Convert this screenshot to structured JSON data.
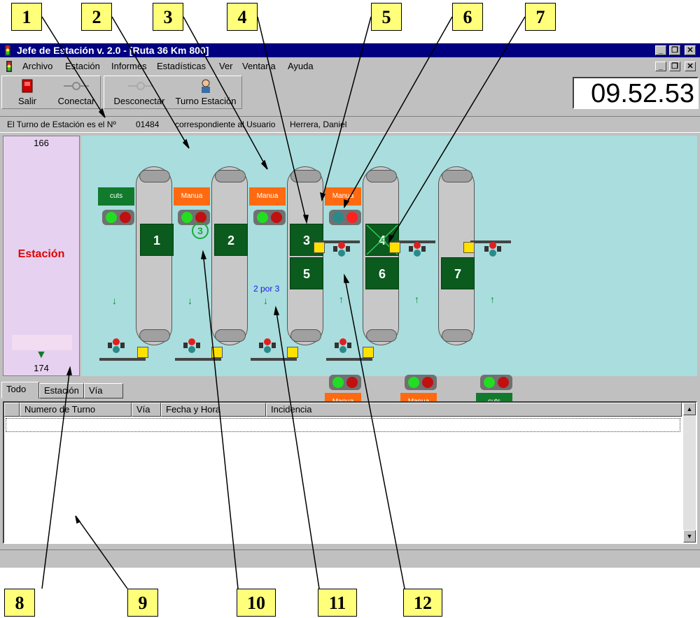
{
  "callouts": [
    "1",
    "2",
    "3",
    "4",
    "5",
    "6",
    "7",
    "8",
    "9",
    "10",
    "11",
    "12"
  ],
  "window": {
    "title": "Jefe de Estación v. 2.0 - [Ruta 36 Km 800]",
    "controls": {
      "minimize": "_",
      "restore": "❐",
      "close": "✕"
    }
  },
  "menu": [
    "Archivo",
    "Estación",
    "Informes",
    "Estadísticas",
    "Ver",
    "Ventana",
    "Ayuda"
  ],
  "toolbar": {
    "salir": "Salir",
    "conectar": "Conectar",
    "desconectar": "Desconectar",
    "turno": "Turno Estación",
    "clock": "09.52.53"
  },
  "status": {
    "turno_text": "El Turno de Estación es el Nº",
    "turno_num": "01484",
    "usuario_text": "correspondiente al Usuario",
    "usuario": "Herrera, Daniel"
  },
  "station": {
    "top_count": "166",
    "label": "Estación",
    "bottom_count": "174"
  },
  "diagram": {
    "booths": [
      "1",
      "2",
      "3",
      "5",
      "4",
      "6",
      "7"
    ],
    "circle_num": "3",
    "two_for_three": "2 por 3",
    "sign_cuts": "cuts",
    "sign_manual": "Manua"
  },
  "tabs": [
    "Todo",
    "Estación",
    "Vía"
  ],
  "grid": {
    "columns": [
      "",
      "Numero de Turno",
      "Vía",
      "Fecha y Hora",
      "Incidencia"
    ]
  },
  "colors": {
    "title_bar": "#000080",
    "panel_bg": "#aadddd",
    "station_bg": "#e6d2f0",
    "booth": "#0b5a1e",
    "sign_orange": "#ff6a10",
    "callout": "#ffff7a"
  }
}
